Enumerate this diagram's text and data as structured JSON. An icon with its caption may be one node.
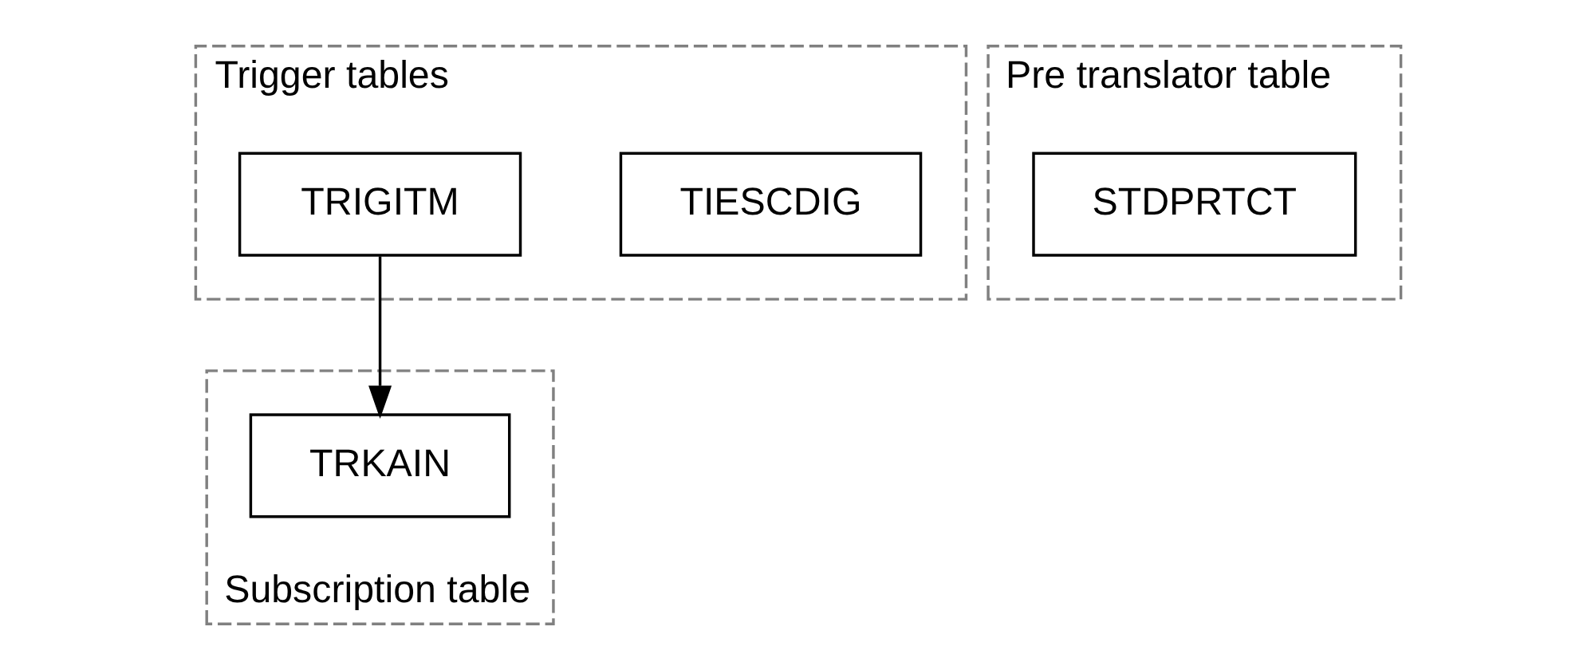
{
  "diagram": {
    "nodes": [
      {
        "text": [
          "Trigger tables"
        ]
      },
      {
        "text": [
          "TIESCDIG"
        ],
        "in": 0
      },
      {
        "text": [
          "TRIGITM"
        ],
        "in": 0
      },
      {
        "text": [
          "Pre translator table"
        ]
      },
      {
        "text": [
          "STDPRTCT"
        ],
        "in": 3
      },
      {
        "text": [
          "Subscription table"
        ]
      },
      {
        "text": [
          "TRKAIN"
        ],
        "in": 5
      }
    ],
    "edges": [
      {
        "from": 2,
        "to": 6,
        "arrow": "to"
      }
    ]
  }
}
